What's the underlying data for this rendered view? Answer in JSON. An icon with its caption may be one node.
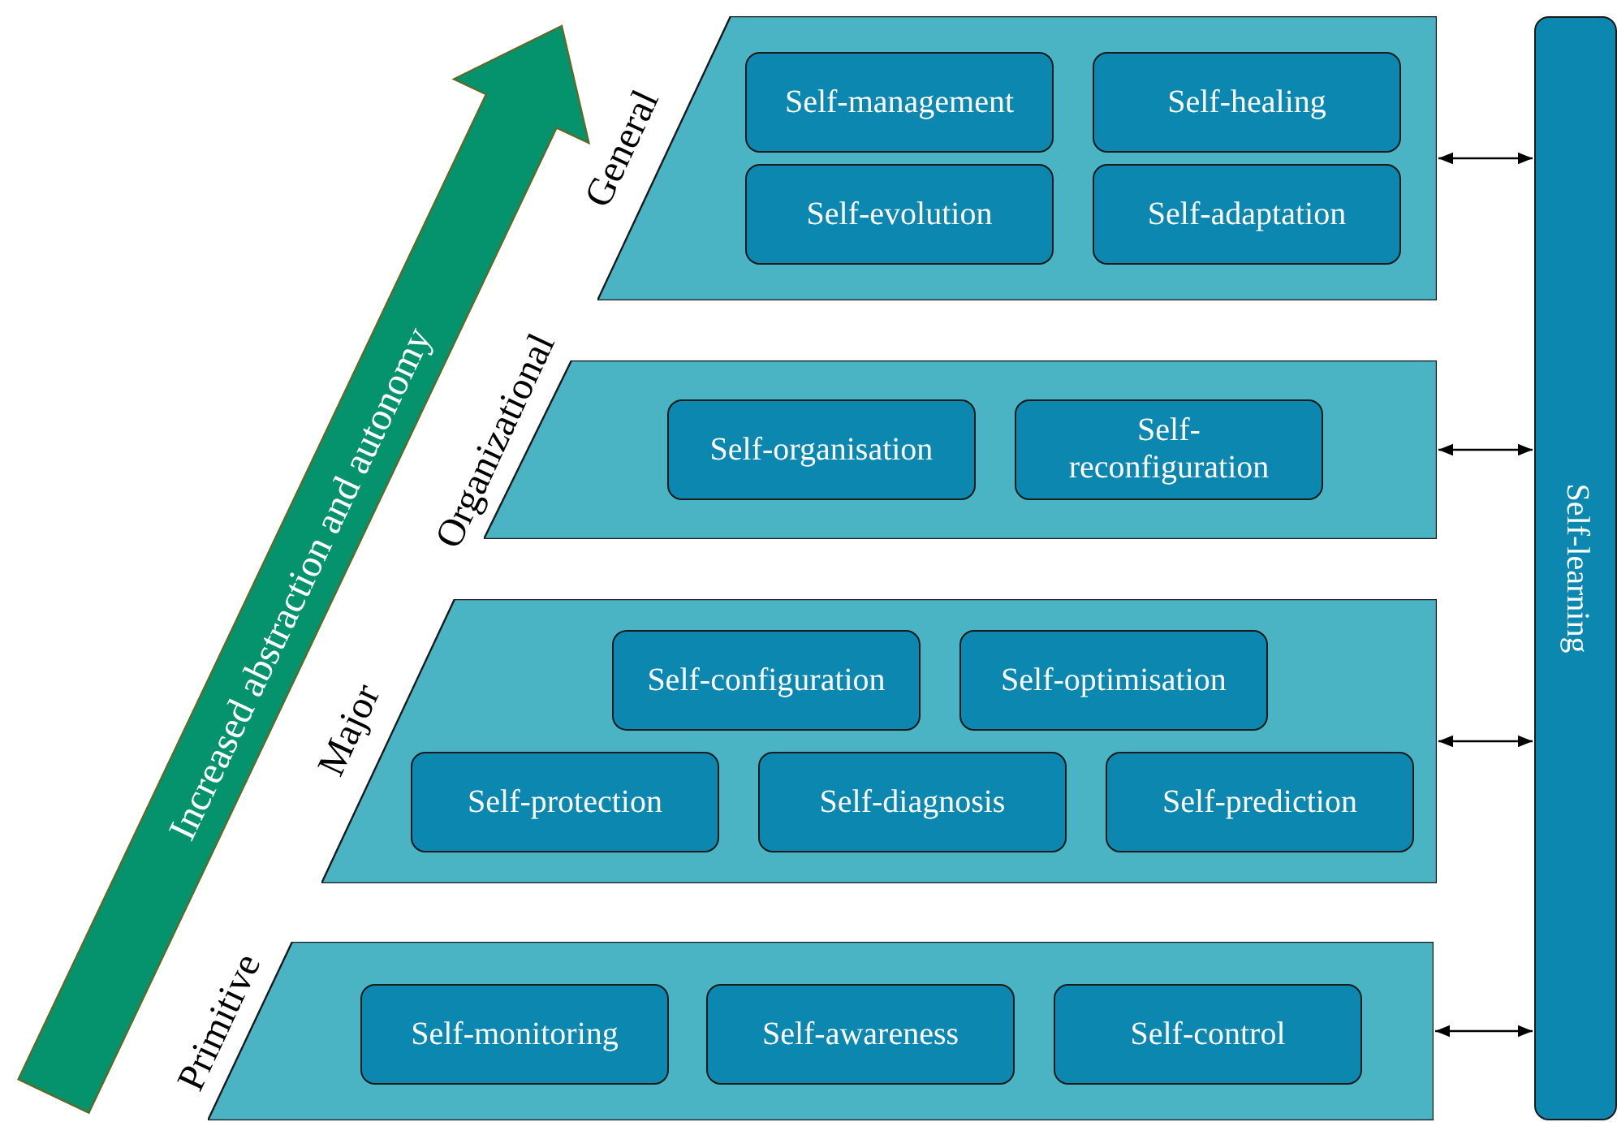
{
  "diagram": {
    "nodes": [
      {
        "text": [
          "General"
        ]
      },
      {
        "text": [
          "Self-management"
        ],
        "in": 0
      },
      {
        "text": [
          "Self-healing"
        ],
        "in": 0
      },
      {
        "text": [
          "Self-evolution"
        ],
        "in": 0
      },
      {
        "text": [
          "Self-adaptation"
        ],
        "in": 0
      },
      {
        "text": [
          "Organizational"
        ]
      },
      {
        "text": [
          "Self-organisation"
        ],
        "in": 5
      },
      {
        "text": [
          "Self-reconfiguration"
        ],
        "in": 5
      },
      {
        "text": [
          "Major"
        ]
      },
      {
        "text": [
          "Self-configuration"
        ],
        "in": 8
      },
      {
        "text": [
          "Self-optimisation"
        ],
        "in": 8
      },
      {
        "text": [
          "Self-protection"
        ],
        "in": 8
      },
      {
        "text": [
          "Self-diagnosis"
        ],
        "in": 8
      },
      {
        "text": [
          "Self-prediction"
        ],
        "in": 8
      },
      {
        "text": [
          "Primitive"
        ]
      },
      {
        "text": [
          "Self-monitoring"
        ],
        "in": 14
      },
      {
        "text": [
          "Self-awareness"
        ],
        "in": 14
      },
      {
        "text": [
          "Self-control"
        ],
        "in": 14
      },
      {
        "text": [
          "Self-learning"
        ]
      }
    ],
    "edges": [
      {
        "from": 0,
        "to": 18,
        "arrow": "both"
      },
      {
        "from": 5,
        "to": 18,
        "arrow": "both"
      },
      {
        "from": 8,
        "to": 18,
        "arrow": "both"
      },
      {
        "from": 14,
        "to": 18,
        "arrow": "both"
      }
    ],
    "labels": [
      "Increased abstraction and autonomy"
    ]
  }
}
